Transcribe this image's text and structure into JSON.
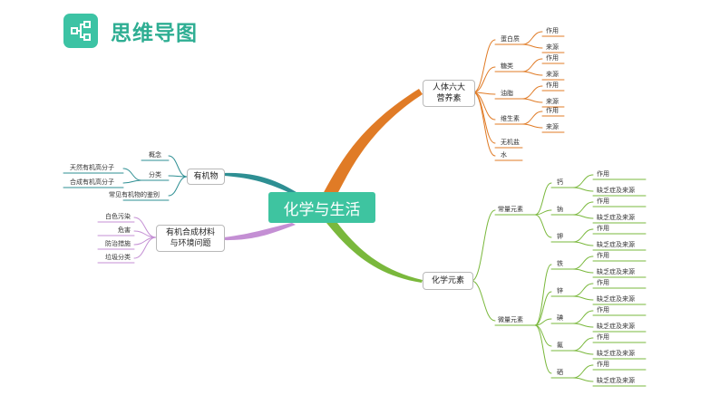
{
  "header": {
    "title": "思维导图",
    "icon": "mindmap-icon",
    "accent": "#3cc3a4"
  },
  "center": "化学与生活",
  "colors": {
    "orange": "#e07b26",
    "green": "#7ab83c",
    "teal": "#2e8f93",
    "purple": "#c48fd4"
  },
  "nutrients": {
    "label": "人体六大营养素",
    "items": [
      {
        "name": "蛋白质",
        "subs": [
          "作用",
          "来源"
        ]
      },
      {
        "name": "糖类",
        "subs": [
          "作用",
          "来源"
        ]
      },
      {
        "name": "油脂",
        "subs": [
          "作用",
          "来源"
        ]
      },
      {
        "name": "维生素",
        "subs": [
          "作用",
          "来源"
        ]
      },
      {
        "name": "无机盐",
        "subs": []
      },
      {
        "name": "水",
        "subs": []
      }
    ]
  },
  "elements": {
    "label": "化学元素",
    "groups": [
      {
        "name": "常量元素",
        "items": [
          {
            "name": "钙",
            "subs": [
              "作用",
              "缺乏症及来源"
            ]
          },
          {
            "name": "钠",
            "subs": [
              "作用",
              "缺乏症及来源"
            ]
          },
          {
            "name": "钾",
            "subs": [
              "作用",
              "缺乏症及来源"
            ]
          }
        ]
      },
      {
        "name": "微量元素",
        "items": [
          {
            "name": "铁",
            "subs": [
              "作用",
              "缺乏症及来源"
            ]
          },
          {
            "name": "锌",
            "subs": [
              "作用",
              "缺乏症及来源"
            ]
          },
          {
            "name": "碘",
            "subs": [
              "作用",
              "缺乏症及来源"
            ]
          },
          {
            "name": "氟",
            "subs": [
              "作用",
              "缺乏症及来源"
            ]
          },
          {
            "name": "硒",
            "subs": [
              "作用",
              "缺乏症及来源"
            ]
          }
        ]
      }
    ]
  },
  "organic": {
    "label": "有机物",
    "items": [
      "概念",
      "分类",
      "常见有机物的鉴别"
    ],
    "classify": [
      "天然有机高分子",
      "合成有机高分子"
    ]
  },
  "synthetic": {
    "label": "有机合成材料与环境问题",
    "items": [
      "白色污染",
      "危害",
      "防治措施",
      "垃圾分类"
    ]
  }
}
